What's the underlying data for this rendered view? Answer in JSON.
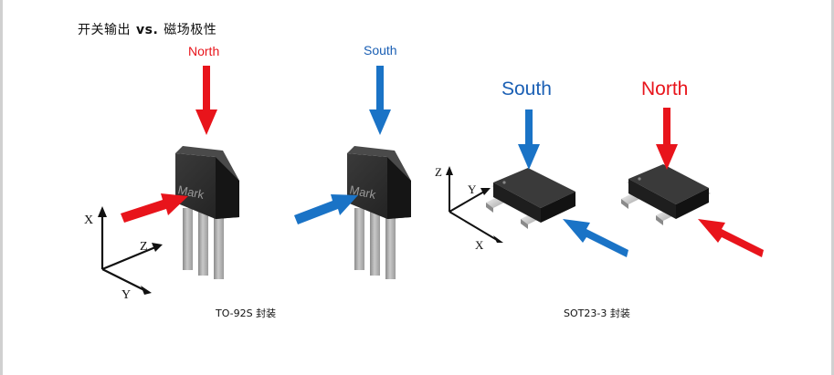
{
  "title": {
    "left": "开关输出",
    "vs": "vs.",
    "right": "磁场极性"
  },
  "colors": {
    "north": "#e8141b",
    "south": "#1a73c6",
    "chip": "#2b2b2b"
  },
  "to92s": {
    "field_label": "North",
    "mark_text": "Mark",
    "axes": {
      "x": "X",
      "y": "Y",
      "z": "Z"
    },
    "caption": "TO-92S 封装"
  },
  "to92s_south": {
    "field_label": "South",
    "mark_text": "Mark"
  },
  "sot23_south": {
    "field_label": "South",
    "axes": {
      "x": "X",
      "y": "Y",
      "z": "Z"
    }
  },
  "sot23_north": {
    "field_label": "North"
  },
  "sot_caption": "SOT23-3 封装"
}
